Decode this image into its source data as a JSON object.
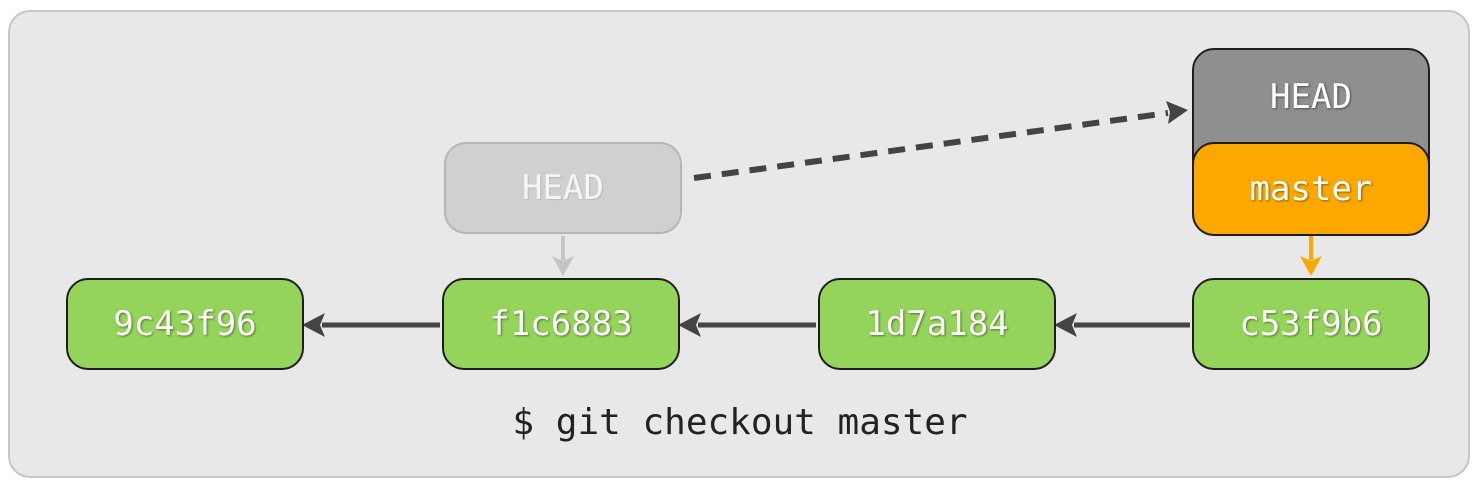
{
  "commits": [
    {
      "hash": "9c43f96"
    },
    {
      "hash": "f1c6883"
    },
    {
      "hash": "1d7a184"
    },
    {
      "hash": "c53f9b6"
    }
  ],
  "old_head": {
    "label": "HEAD"
  },
  "new_head": {
    "label": "HEAD"
  },
  "branch": {
    "label": "master"
  },
  "command": "$ git checkout master",
  "colors": {
    "commit_fill": "#95d45a",
    "branch_fill": "#fca800",
    "head_fill": "#8f8f8f",
    "old_head_fill": "#d0d0d0",
    "arrow": "#444444",
    "branch_arrow": "#fca800",
    "old_head_arrow": "#c4c4c4"
  }
}
